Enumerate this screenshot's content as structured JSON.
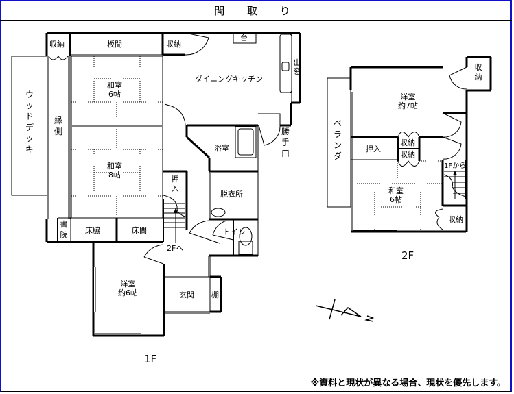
{
  "header": {
    "title": "間 取 り"
  },
  "floors": {
    "first": {
      "label": "1F",
      "rooms": {
        "storage_nw": "収納",
        "itama": "板間",
        "storage_kitchen": "収納",
        "washitsu6": {
          "name": "和室",
          "size": "6帖"
        },
        "washitsu8": {
          "name": "和室",
          "size": "8帖"
        },
        "wood_deck": "ウッドデッキ",
        "engawa": "縁側",
        "dining_kitchen": "ダイニングキッチン",
        "counter": "台",
        "demado": "出窓",
        "bathroom": "浴室",
        "katteguchi": "勝手口",
        "oshiire": "押入",
        "datsuijo": "脱衣所",
        "toilet": "トイレ",
        "shoin": "書院",
        "tokowaki": "床脇",
        "tokonoma": "床間",
        "stairs_up": "2Fへ",
        "yoshitsu": {
          "name": "洋室",
          "size": "約6帖"
        },
        "genkan": "玄関",
        "tana": "棚"
      }
    },
    "second": {
      "label": "2F",
      "rooms": {
        "yoshitsu": {
          "name": "洋室",
          "size": "約7帖"
        },
        "storage_ne": "収納",
        "veranda": "ベランダ",
        "oshiire": "押入",
        "storage_mid_top": "収納",
        "storage_mid_bottom": "収納",
        "stairs_from": "1Fから",
        "washitsu6": {
          "name": "和室",
          "size": "6帖"
        },
        "storage_se": "収納"
      }
    }
  },
  "compass": {
    "north_label": "N"
  },
  "footer": {
    "note": "※資料と現状が異なる場合、現状を優先します。"
  },
  "colors": {
    "frame": "#1010c8",
    "wall": "#000000",
    "background": "#ffffff"
  }
}
